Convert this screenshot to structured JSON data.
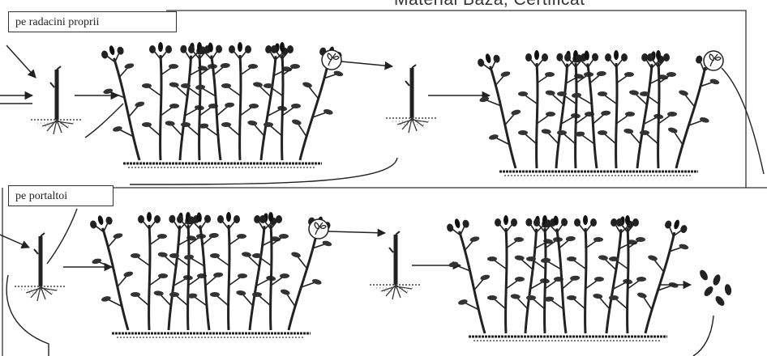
{
  "header": {
    "title": "Material Baza, Certificat"
  },
  "labels": {
    "own_roots": "pe radacini proprii",
    "rootstock": "pe portaltoi"
  },
  "icons": {
    "cutting": "rooted-cutting-icon",
    "plant_row": "plant-row-icon",
    "bud": "bud-icon",
    "seeds": "seeds-icon"
  },
  "colors": {
    "ink": "#2a2a2a",
    "background": "#ffffff"
  }
}
